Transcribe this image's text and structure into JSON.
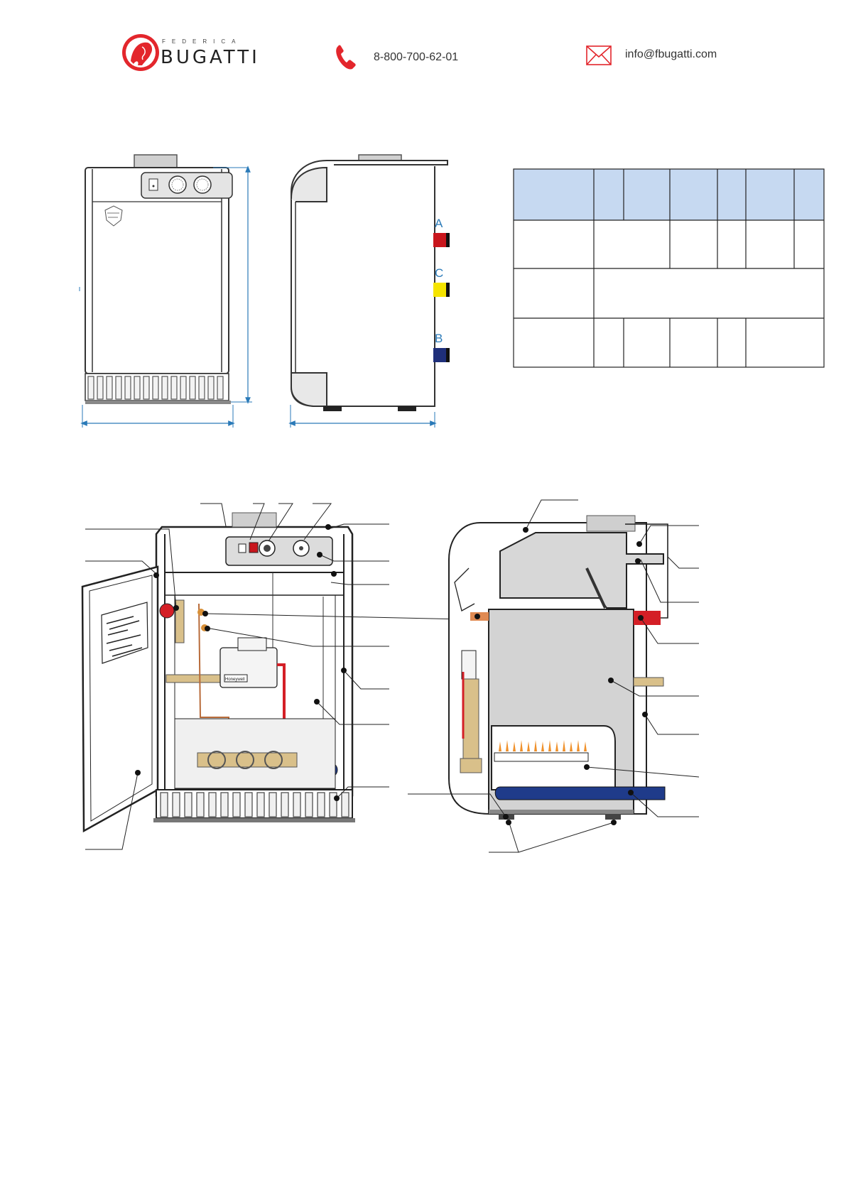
{
  "header": {
    "brand_small": "FEDERICA",
    "brand_name": "BUGATTI",
    "phone": "8-800-700-62-01",
    "email": "info@fbugatti.com",
    "icons": [
      "logo-woman-icon",
      "phone-icon",
      "mail-icon"
    ],
    "colors": {
      "logo_red": "#e3262c",
      "phone_red": "#e3262c"
    }
  },
  "connections": {
    "a_label": "A",
    "c_label": "C",
    "b_label": "B",
    "colors": {
      "A": "#c8161d",
      "C": "#f5e400",
      "B": "#1f2f7a",
      "label": "#2a7ab8"
    }
  },
  "spec_table": {
    "header_color": "#c6d9f1",
    "rows": 4
  },
  "burner_brand": "Honeywell"
}
